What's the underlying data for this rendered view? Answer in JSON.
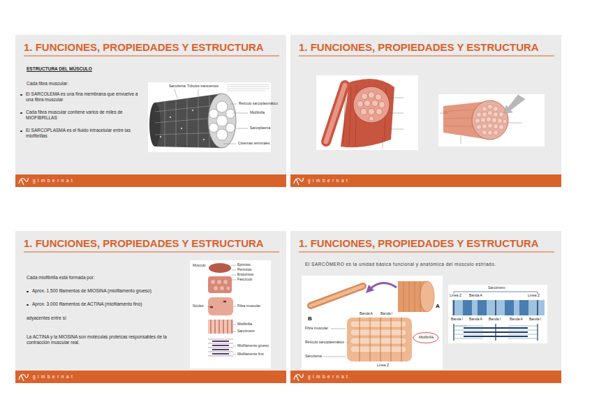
{
  "diagram": {
    "nodes": [
      {
        "text": [
          "1. FUNCIONES, PROPIEDADES Y ESTRUCTURA",
          "ESTRUCTURA DEL MÚSCULO",
          "Cada fibra muscular:",
          "El SARCOLEMA es una fina membrana que envuelve a una fibra muscular",
          "Cada fibra muscular contiene varios de miles de MIOFIBRILLAS",
          "El SARCOPLASMA es el fluido intracelular entre las miofibrillas"
        ]
      },
      {
        "text": [
          "gimbernat"
        ],
        "in": 0
      },
      {
        "text": [
          "1. FUNCIONES, PROPIEDADES Y ESTRUCTURA"
        ]
      },
      {
        "text": [
          "gimbernat"
        ],
        "in": 2
      },
      {
        "text": [
          "1. FUNCIONES, PROPIEDADES Y ESTRUCTURA",
          "Cada miofibrilla está formada por:",
          "Aprox. 1.500 filamentos de MIOSINA (miofilamento grueso)",
          "Aprox. 3.000 filamentos de ACTINA (miofilamento fino)",
          "adyacentes entre sí",
          "La ACTINA y la MIOSINA son moléculas proteicas responsables de la contracción muscular real."
        ]
      },
      {
        "text": [
          "gimbernat"
        ],
        "in": 4
      },
      {
        "text": [
          "1. FUNCIONES, PROPIEDADES Y ESTRUCTURA",
          "El SARCÓMERO es la unidad básica funcional y anatómica del músculo estriado."
        ]
      },
      {
        "text": [
          "gimbernat"
        ],
        "in": 6
      }
    ],
    "labels": [
      "Sarcolema",
      "Túbulos transversos",
      "Retículo sarcoplasmático",
      "Miofibrilla",
      "Sarcoplasma",
      "Cisternas terminales",
      "Músculo",
      "Epimisio",
      "Perimisio",
      "Endomisio",
      "Fascículo",
      "Núcleo",
      "Fibra muscular",
      "Miofibrilla",
      "Sarcómero",
      "Miofilamento grueso",
      "Miofilamento fino",
      "A",
      "B",
      "Banda A",
      "Banda I",
      "Fibra muscular",
      "Retículo sarcoplasmático",
      "Sarcolema",
      "Miofibrilla",
      "Línea Z",
      "Sarcómero",
      "Línea Z",
      "Banda A",
      "Línea Z",
      "Banda I",
      "Banda A",
      "Banda I",
      "Banda A",
      "Banda I"
    ]
  }
}
